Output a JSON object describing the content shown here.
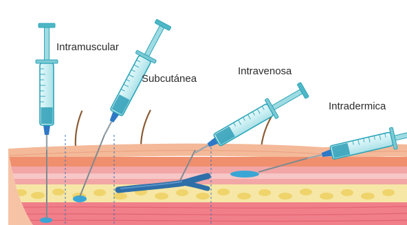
{
  "labels": {
    "intramuscular": "Intramuscular",
    "subcutanea": "Subcutánea",
    "intravenosa": "Intravenosa",
    "intradermica": "Intradermica"
  },
  "colors": {
    "background": "#ffffff",
    "syringe_barrel": "#c9eef2",
    "syringe_outline": "#2aa5b8",
    "syringe_plunger": "#4fb7c6",
    "syringe_liquid": "#2f9fb7",
    "needle_hub": "#2e78c6",
    "injected_fluid": "#3aa6d6",
    "skin_top": "#f4b999",
    "epidermis": "#f08f6e",
    "dermis": "#f2a6a6",
    "dermis_light": "#f7c6c6",
    "subcutaneous_fat": "#f6e7a6",
    "fat_lobules": "#efd36b",
    "muscle": "#f07f8a",
    "vein": "#2f6fa8",
    "hair": "#8a5a33",
    "guide_line": "#3a73b8"
  },
  "icons": {
    "syringe": "syringe-icon",
    "hair": "hair-icon",
    "vein": "vein-icon",
    "fluid_bubble": "fluid-drop-icon"
  }
}
